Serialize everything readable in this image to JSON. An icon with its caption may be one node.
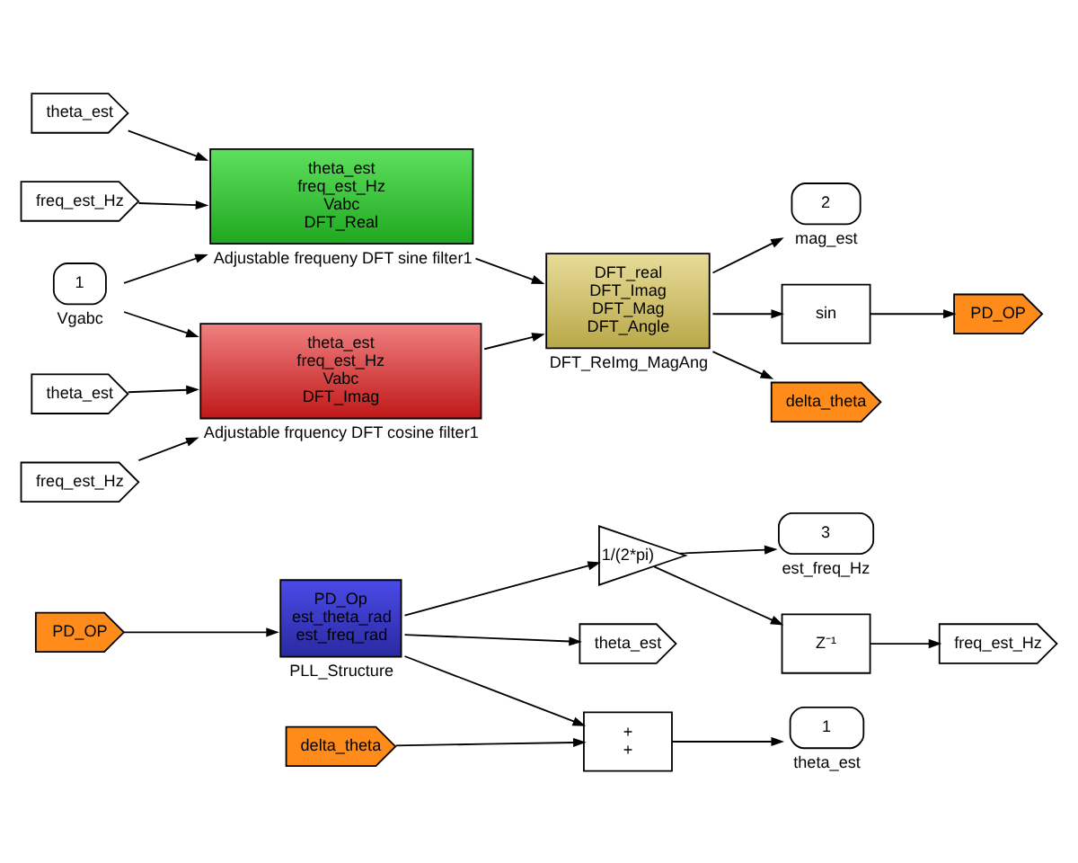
{
  "diagram": {
    "nodes": [
      {
        "text": [
          "PD_OP"
        ]
      },
      {
        "text": [
          "PD_Op",
          "est_theta_rad",
          "est_freq_rad"
        ],
        "beside": [
          "PLL_Structure"
        ]
      },
      {
        "text": [
          "1/(2*pi)"
        ]
      },
      {
        "text": [
          "theta_est"
        ]
      },
      {
        "text": [
          "+",
          "+"
        ]
      },
      {
        "text": [
          "delta_theta"
        ]
      },
      {
        "text": [
          "1"
        ],
        "beside": [
          "theta_est"
        ]
      },
      {
        "text": [
          "3"
        ],
        "beside": [
          "est_freq_Hz"
        ]
      },
      {
        "text": [
          "Z⁻¹"
        ]
      },
      {
        "text": [
          "freq_est_Hz"
        ]
      },
      {
        "text": [
          "theta_est"
        ]
      },
      {
        "text": [
          "freq_est_Hz"
        ]
      },
      {
        "text": [
          "1"
        ],
        "beside": [
          "Vgabc"
        ]
      },
      {
        "text": [
          "theta_est",
          "freq_est_Hz",
          "Vabc",
          "DFT_Real"
        ],
        "beside": [
          "Adjustable frequeny DFT sine filter1"
        ]
      },
      {
        "text": [
          "theta_est"
        ]
      },
      {
        "text": [
          "freq_est_Hz"
        ]
      },
      {
        "text": [
          "theta_est",
          "freq_est_Hz",
          "Vabc",
          "DFT_Imag"
        ],
        "beside": [
          "Adjustable frquency DFT cosine filter1"
        ]
      },
      {
        "text": [
          "DFT_real",
          "DFT_Imag",
          "DFT_Mag",
          "DFT_Angle"
        ],
        "beside": [
          "DFT_ReImg_MagAng"
        ]
      },
      {
        "text": [
          "2"
        ],
        "beside": [
          "mag_est"
        ]
      },
      {
        "text": [
          "sin"
        ]
      },
      {
        "text": [
          "PD_OP"
        ]
      },
      {
        "text": [
          "delta_theta"
        ]
      }
    ],
    "edges": [
      {
        "from": 0,
        "to": 1,
        "arrow": "to"
      },
      {
        "from": 1,
        "to": 4,
        "arrow": "to"
      },
      {
        "from": 1,
        "to": 3,
        "arrow": "to"
      },
      {
        "from": 1,
        "to": 2,
        "arrow": "to"
      },
      {
        "from": 5,
        "to": 4,
        "arrow": "to"
      },
      {
        "from": 4,
        "to": 6,
        "arrow": "to"
      },
      {
        "from": 2,
        "to": 7,
        "arrow": "to"
      },
      {
        "from": 2,
        "to": 8,
        "arrow": "to"
      },
      {
        "from": 8,
        "to": 9,
        "arrow": "to"
      },
      {
        "from": 10,
        "to": 13,
        "arrow": "to"
      },
      {
        "from": 11,
        "to": 13,
        "arrow": "to"
      },
      {
        "from": 12,
        "to": 13,
        "arrow": "to"
      },
      {
        "from": 12,
        "to": 16,
        "arrow": "to"
      },
      {
        "from": 14,
        "to": 16,
        "arrow": "to"
      },
      {
        "from": 15,
        "to": 16,
        "arrow": "to"
      },
      {
        "from": 13,
        "to": 17,
        "arrow": "to"
      },
      {
        "from": 16,
        "to": 17,
        "arrow": "to"
      },
      {
        "from": 17,
        "to": 18,
        "arrow": "to"
      },
      {
        "from": 17,
        "to": 19,
        "arrow": "to"
      },
      {
        "from": 17,
        "to": 21,
        "arrow": "to"
      },
      {
        "from": 19,
        "to": 20,
        "arrow": "to"
      }
    ]
  }
}
